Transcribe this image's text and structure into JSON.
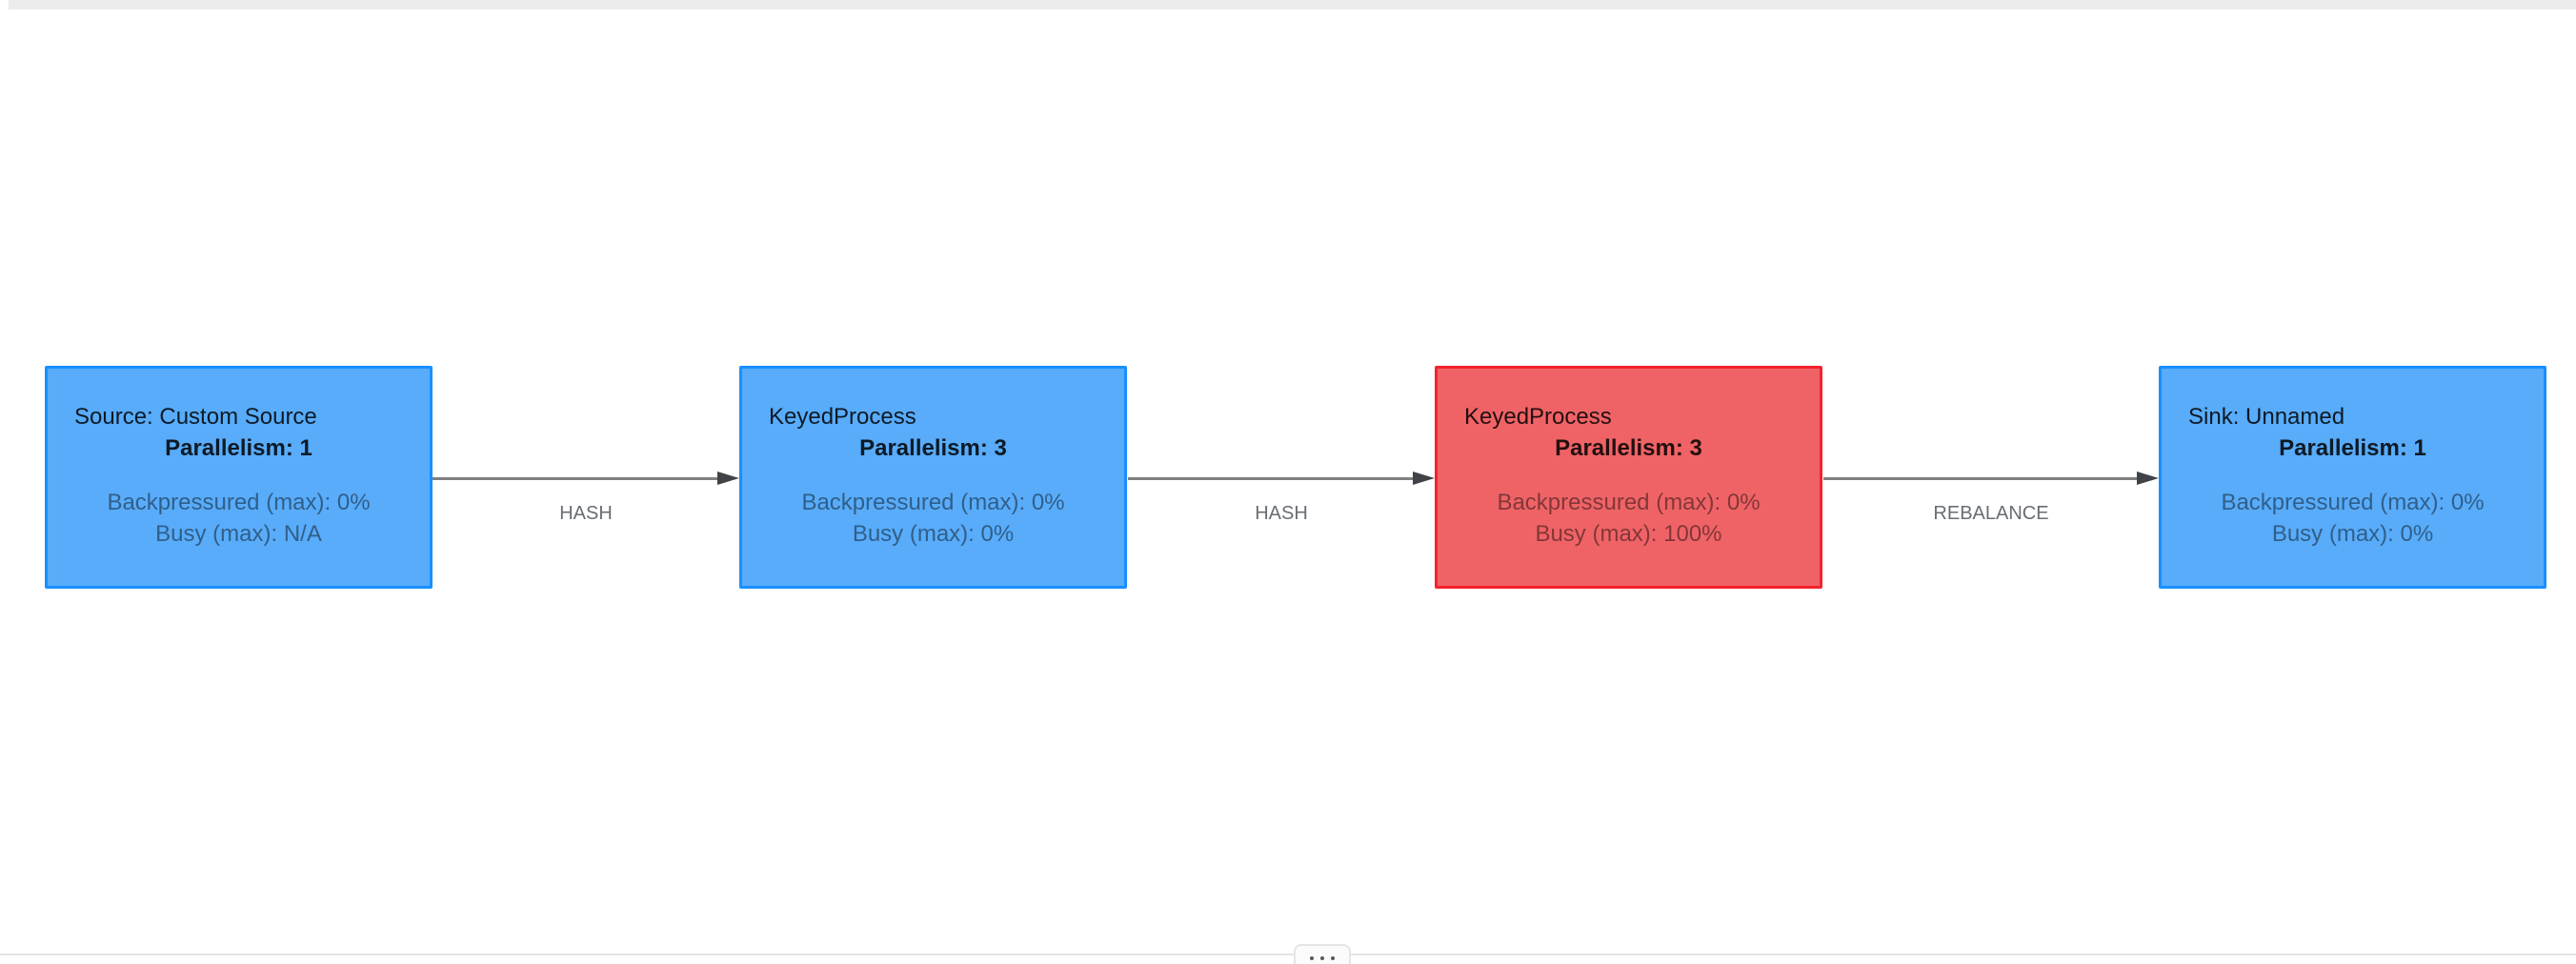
{
  "graph": {
    "nodes": [
      {
        "title": "Source: Custom Source",
        "parallelism": "Parallelism: 1",
        "backpressured": "Backpressured (max): 0%",
        "busy": "Busy (max): N/A",
        "status": "normal",
        "fill_color": "#58ACFA",
        "border_color": "#1890FF"
      },
      {
        "title": "KeyedProcess",
        "parallelism": "Parallelism: 3",
        "backpressured": "Backpressured (max): 0%",
        "busy": "Busy (max): 0%",
        "status": "normal",
        "fill_color": "#58ACFA",
        "border_color": "#1890FF"
      },
      {
        "title": "KeyedProcess",
        "parallelism": "Parallelism: 3",
        "backpressured": "Backpressured (max): 0%",
        "busy": "Busy (max): 100%",
        "status": "max-busy",
        "fill_color": "#EF6366",
        "border_color": "#F5222D"
      },
      {
        "title": "Sink: Unnamed",
        "parallelism": "Parallelism: 1",
        "backpressured": "Backpressured (max): 0%",
        "busy": "Busy (max): 0%",
        "status": "normal",
        "fill_color": "#58ACFA",
        "border_color": "#1890FF"
      }
    ],
    "edges": [
      {
        "label": "HASH"
      },
      {
        "label": "HASH"
      },
      {
        "label": "REBALANCE"
      }
    ]
  },
  "bottom_drawer": {
    "handle_icon": "ellipsis-dots"
  },
  "colors": {
    "edge_line": "#808080",
    "edge_arrow": "#3F4347",
    "edge_label_text": "#696E74",
    "node_title_text": "rgba(0,0,0,0.85)",
    "node_metric_text": "rgba(0,0,0,0.45)",
    "top_strip": "#ECECEC",
    "divider": "#E5E5E5"
  }
}
